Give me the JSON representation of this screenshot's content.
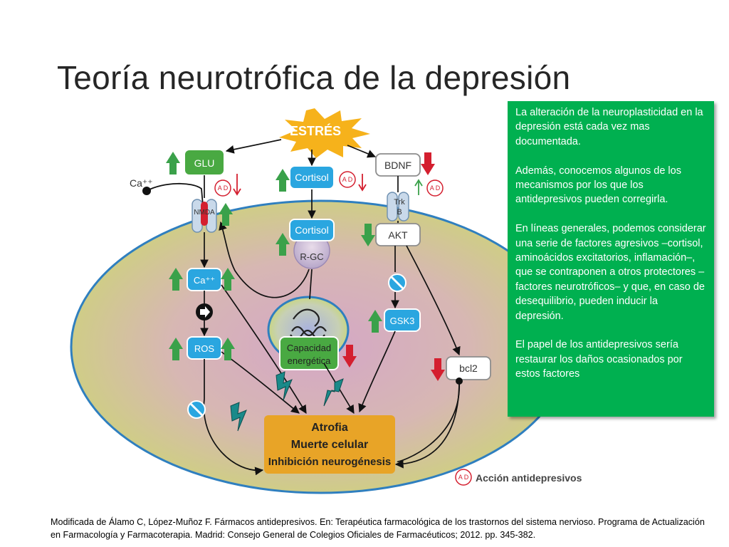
{
  "slide": {
    "title": "Teoría neurotrófica de la depresión"
  },
  "diagram": {
    "stress": "ESTRÉS",
    "glu": "GLU",
    "cortisol_top": "Cortisol",
    "bdnf": "BDNF",
    "ca_ext": "Ca⁺⁺",
    "nmda": "NMDA",
    "trk_line1": "Trk",
    "trk_line2": "B",
    "cortisol_receptor": "Cortisol",
    "rgc": "R-GC",
    "akt": "AKT",
    "ca_int": "Ca⁺⁺",
    "gsk3": "GSK3",
    "ros": "ROS",
    "capacidad_line1": "Capacidad",
    "capacidad_line2": "energética",
    "bcl2": "bcl2",
    "outcome_line1": "Atrofia",
    "outcome_line2": "Muerte celular",
    "outcome_line3": "Inhibición neurogénesis",
    "ad_badge": "A D",
    "legend_text": "Acción antidepresivos"
  },
  "info": {
    "paragraphs": [
      "La alteración de la neuroplasticidad en la depresión está cada vez mas documentada.",
      "Además, conocemos algunos de  los mecanismos por los que los antidepresivos pueden corregirla.",
      "En líneas generales, podemos considerar una serie de factores agresivos –cortisol, aminoácidos excitatorios, inflamación–, que se contraponen a otros protectores –factores neurotróficos– y que, en caso de desequilibrio, pueden inducir la depresión.",
      "El papel de los antidepresivos sería restaurar los daños ocasionados por estos factores"
    ]
  },
  "citation": {
    "line1": "Modificada de Álamo C, López-Muñoz F. Fármacos antidepresivos. En: Terapéutica farmacológica de los trastornos del sistema nervioso. Programa de Actualización",
    "line2": "en Farmacología y Farmacoterapia. Madrid: Consejo General de Colegios Oficiales de Farmacéuticos; 2012. pp. 345-382."
  },
  "colors": {
    "increase_arrow": "#3aa14a",
    "decrease_arrow": "#d41f2f",
    "node_blue": "#2aa6e0",
    "node_green": "#49a942",
    "outcome_orange": "#e8a427",
    "stress_star": "#f6b21b",
    "infobox_green": "#00b050"
  }
}
